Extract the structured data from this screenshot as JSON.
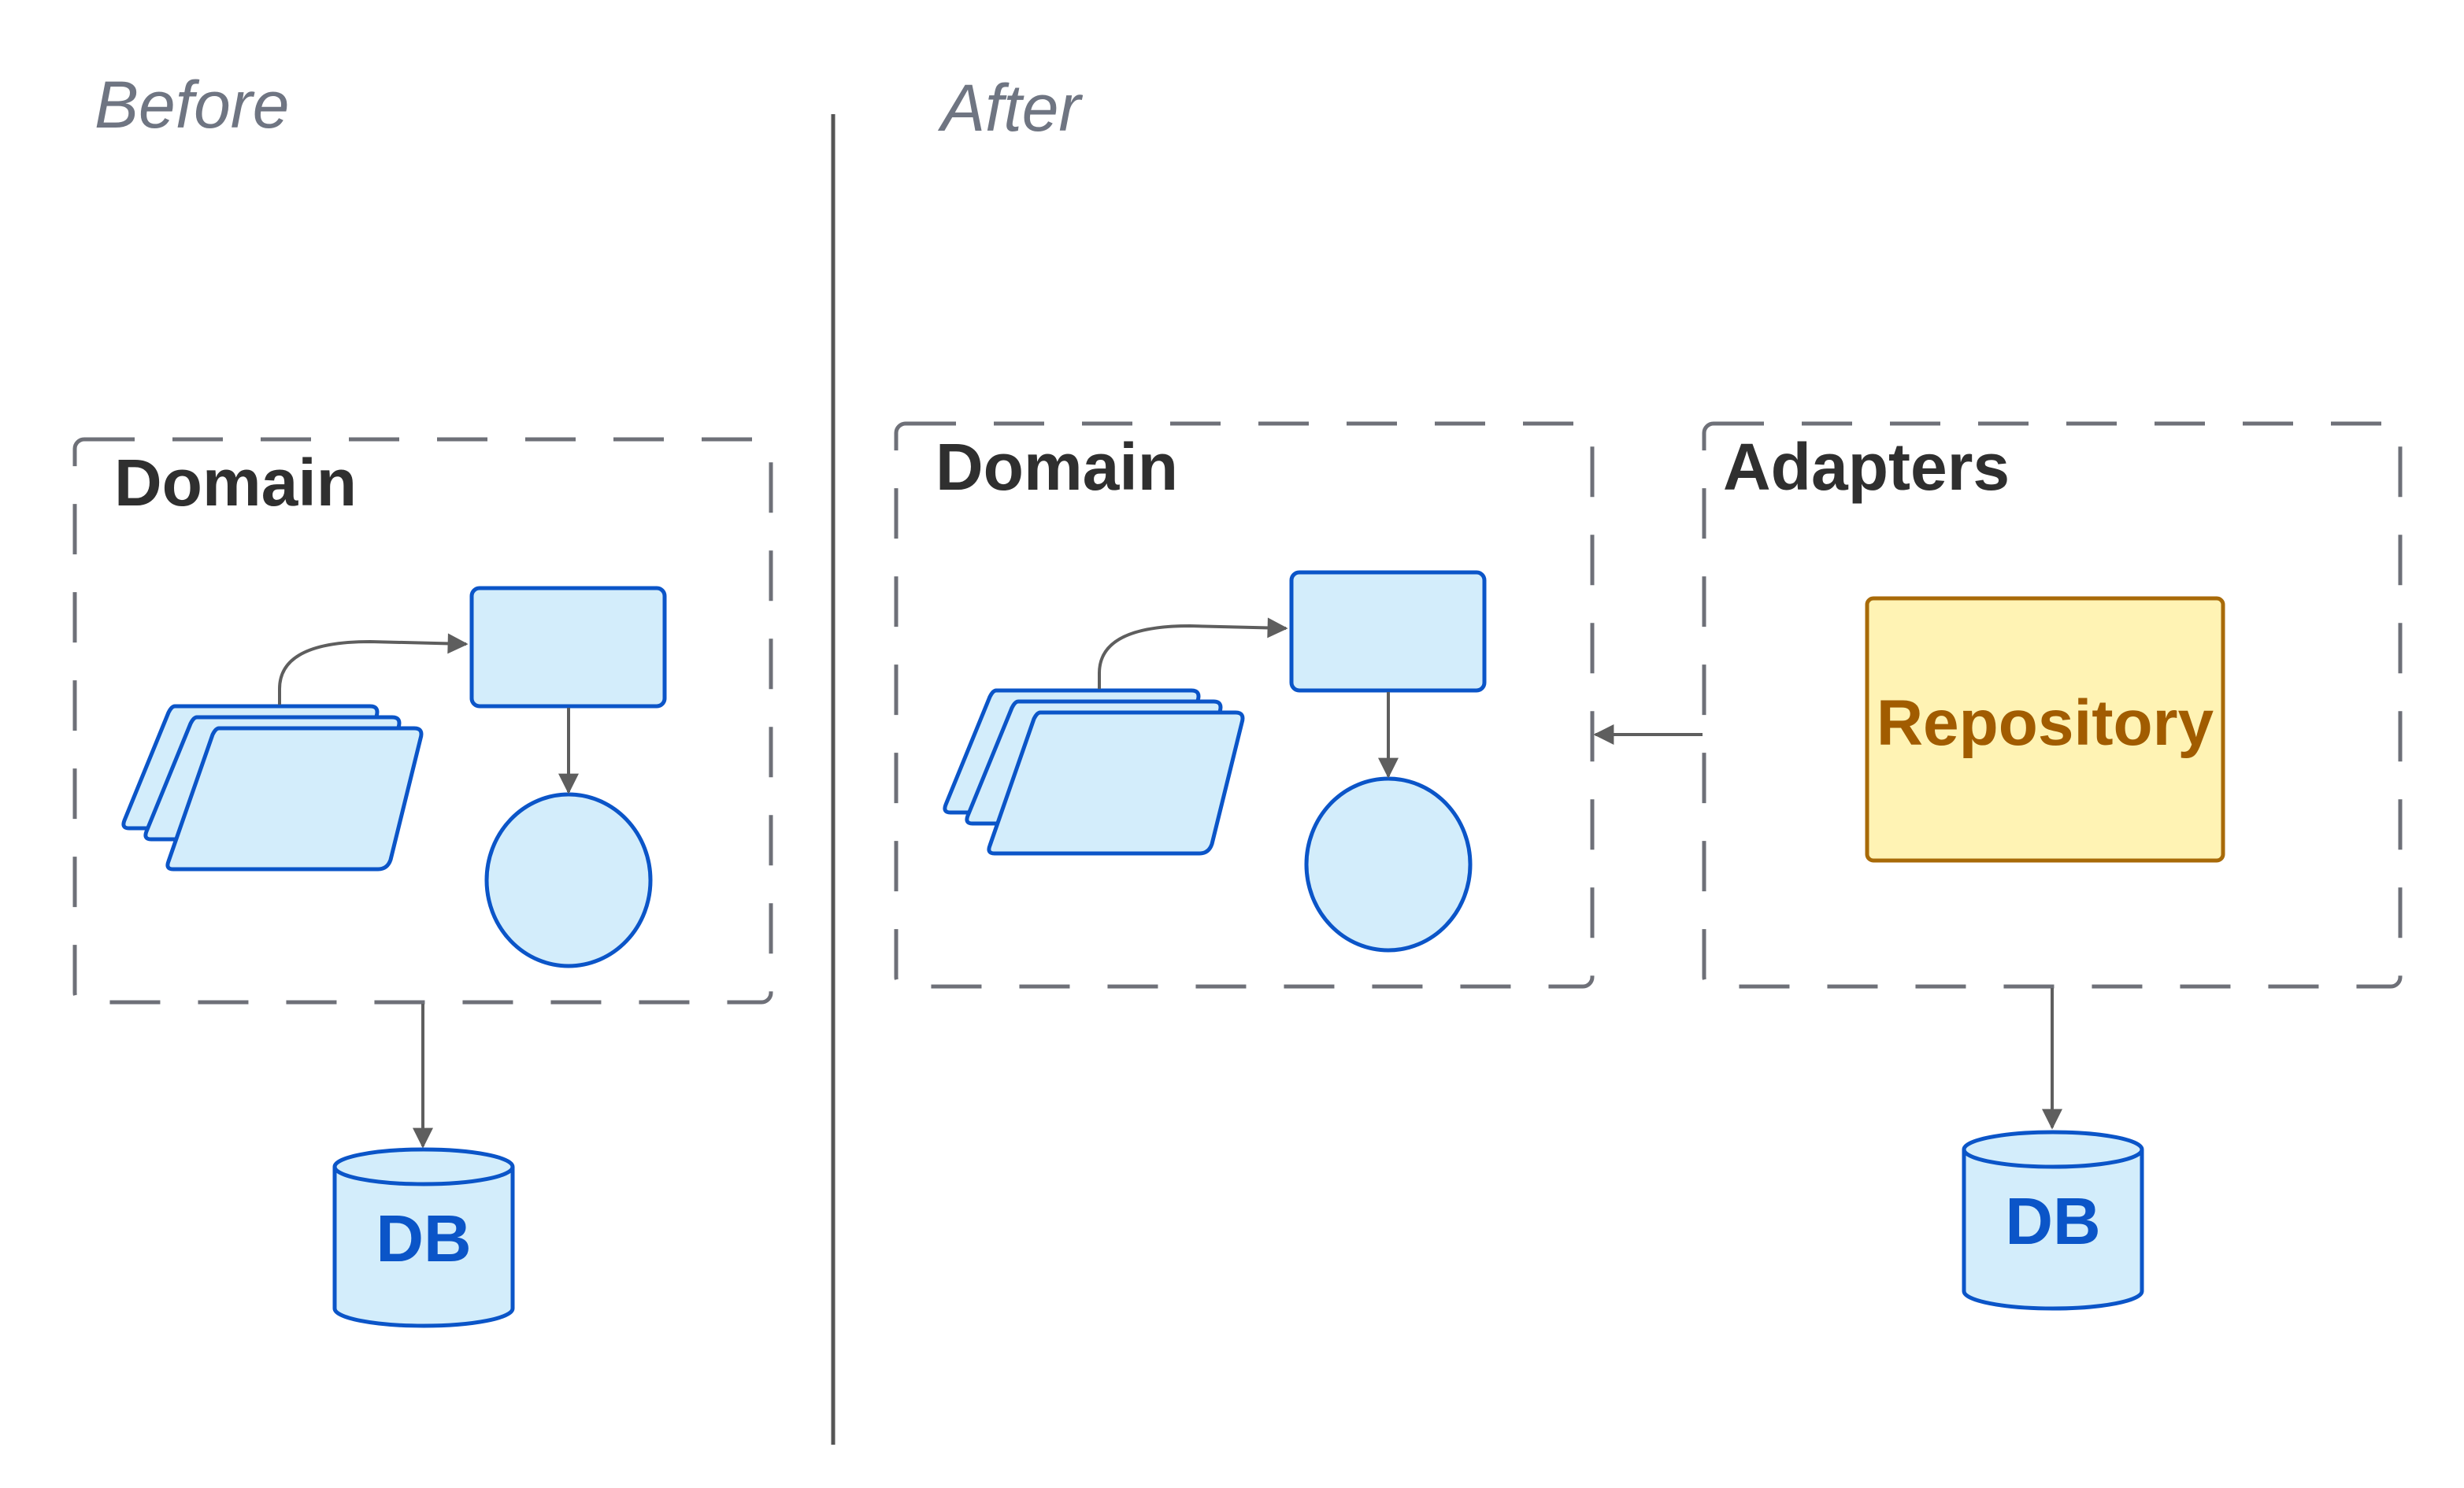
{
  "sections": {
    "before": {
      "label": "Before"
    },
    "after": {
      "label": "After"
    }
  },
  "before": {
    "domain": {
      "title": "Domain"
    },
    "db": {
      "label": "DB"
    }
  },
  "after": {
    "domain": {
      "title": "Domain"
    },
    "adapters": {
      "title": "Adapters"
    },
    "repository": {
      "label": "Repository"
    },
    "db": {
      "label": "DB"
    }
  },
  "colors": {
    "shape_fill": "#d3edfb",
    "shape_stroke": "#0b55c8",
    "repository_fill": "#fff3b4",
    "repository_stroke": "#a86a08",
    "repository_text": "#a15c00",
    "group_border": "#6e7078",
    "group_title": "#2f2f2f",
    "section_label": "#6f7582",
    "arrow": "#5e5e5e",
    "divider": "#555555"
  }
}
